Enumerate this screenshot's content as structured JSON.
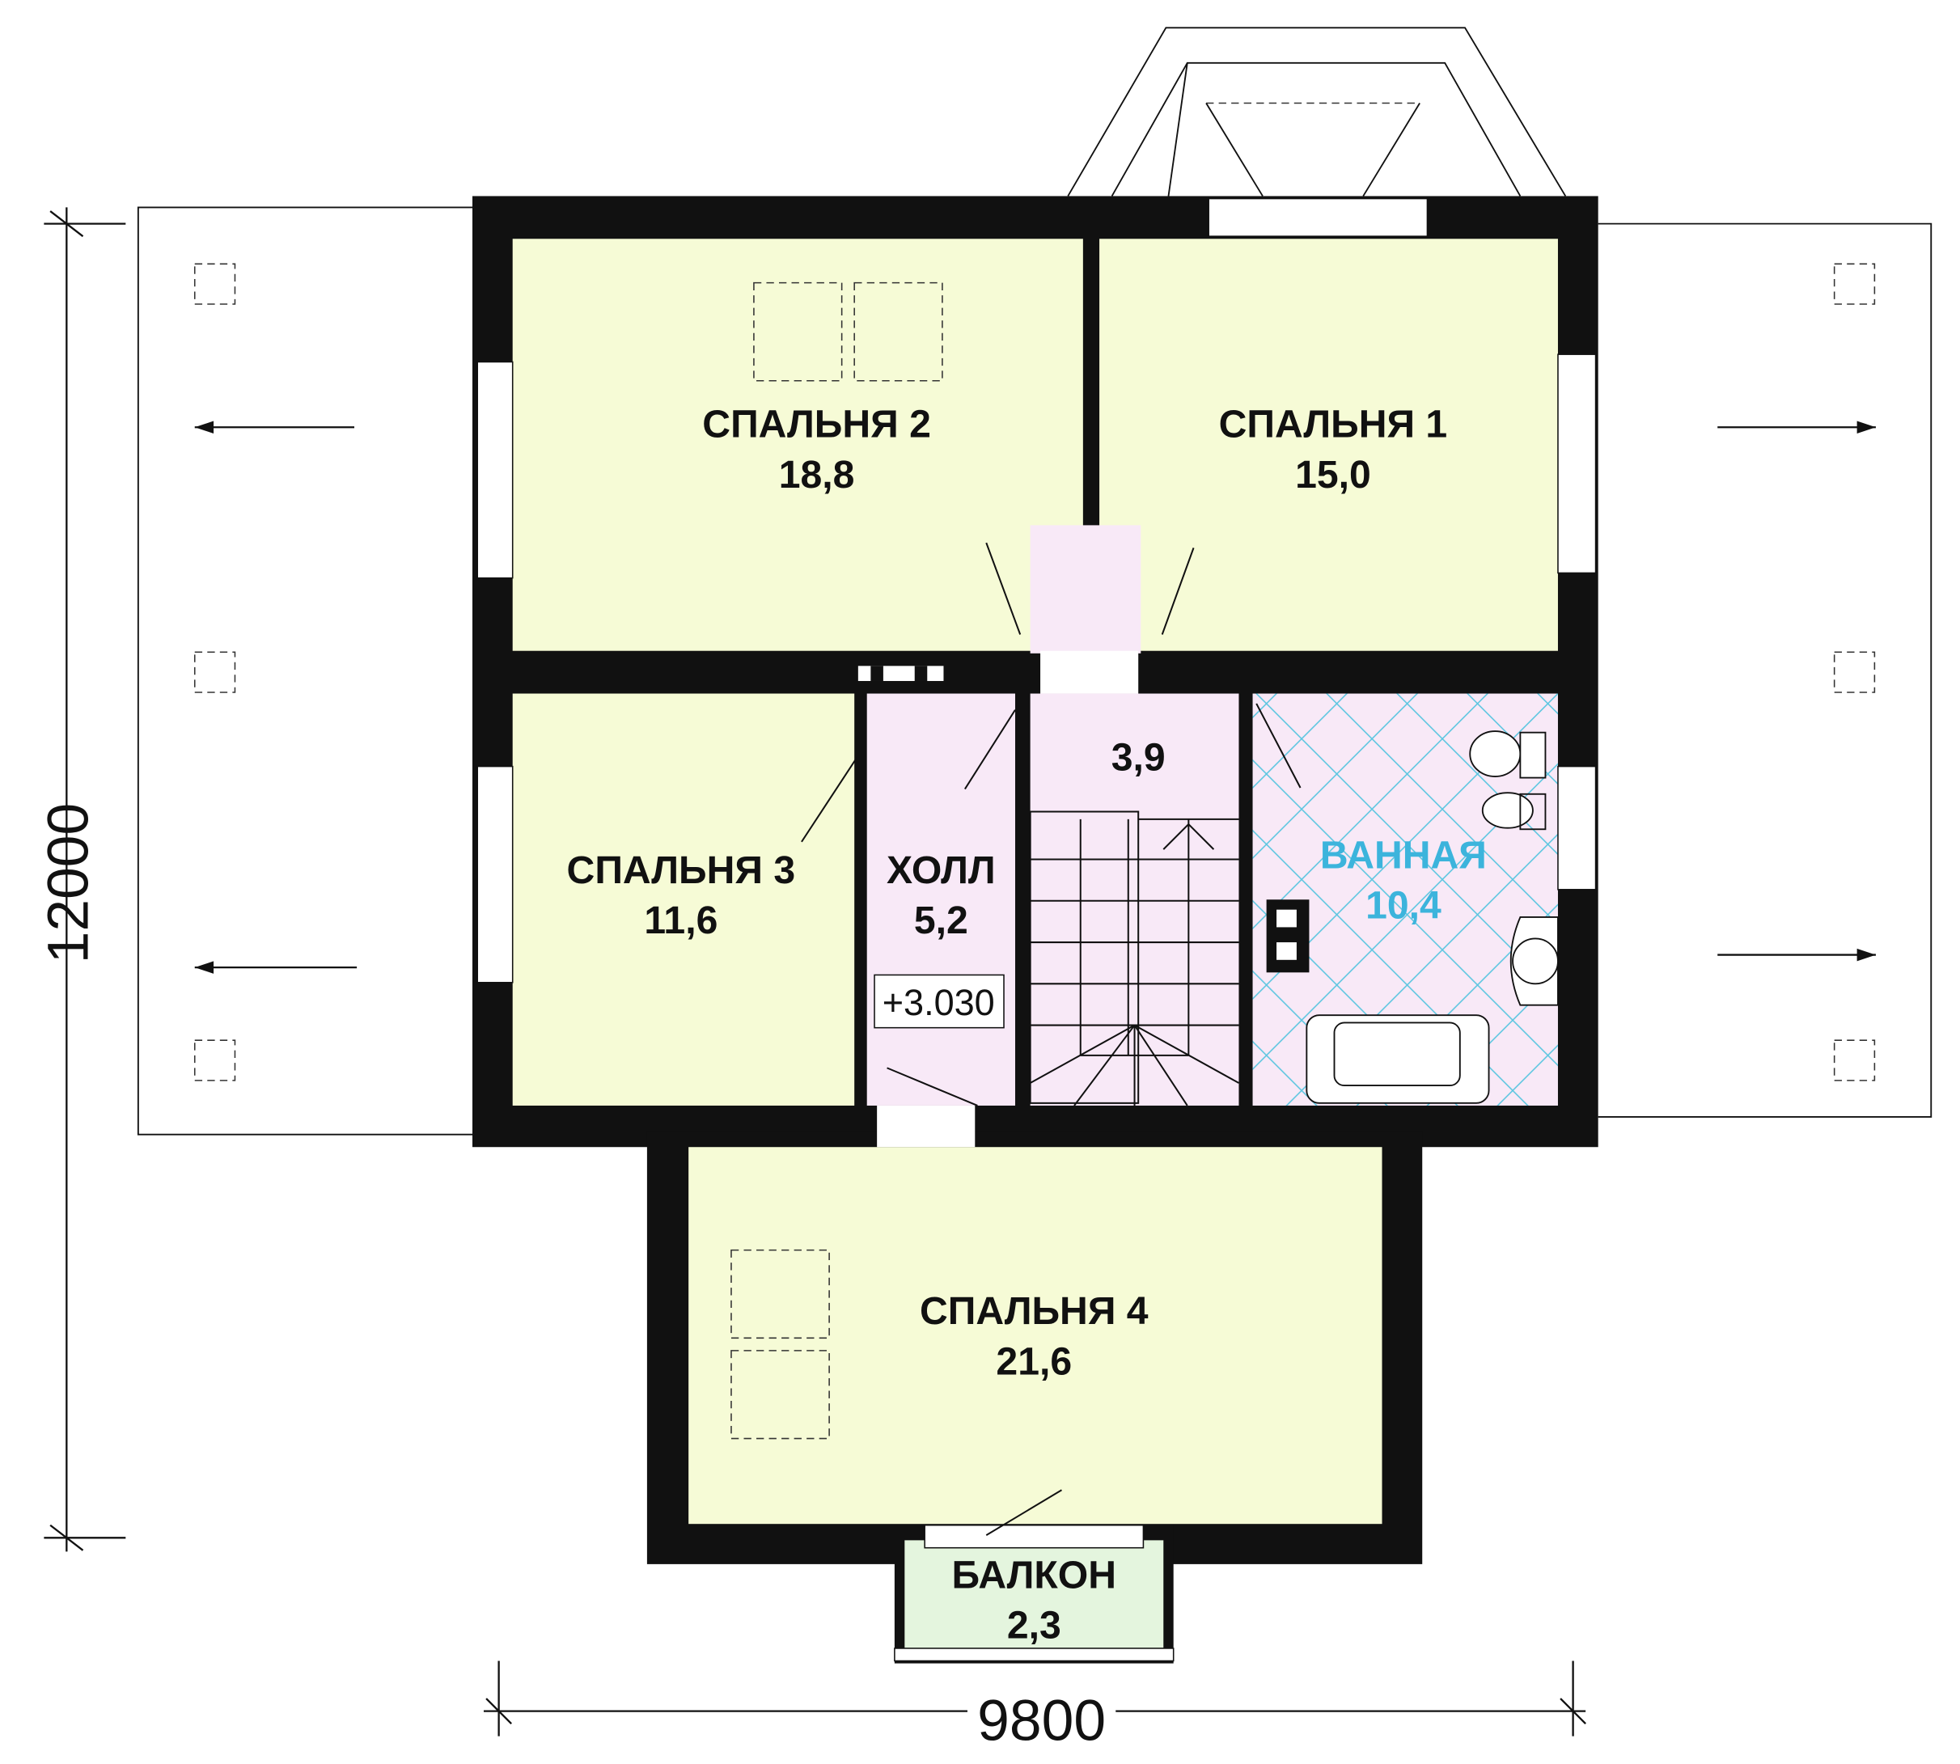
{
  "rooms": [
    {
      "name": "СПАЛЬНЯ 2",
      "area": "18,8"
    },
    {
      "name": "СПАЛЬНЯ 1",
      "area": "15,0"
    },
    {
      "name": "СПАЛЬНЯ 3",
      "area": "11,6"
    },
    {
      "name": "ХОЛЛ",
      "area": "5,2"
    },
    {
      "name": "",
      "area": "3,9"
    },
    {
      "name": "ВАННАЯ",
      "area": "10,4"
    },
    {
      "name": "СПАЛЬНЯ 4",
      "area": "21,6"
    },
    {
      "name": "БАЛКОН",
      "area": "2,3"
    }
  ],
  "level_mark": "+3.030",
  "dimensions": {
    "width": "9800",
    "height": "12000"
  },
  "colors": {
    "bedroom": "#f6fbd6",
    "hall": "#f8e9f7",
    "balcony": "#e4f5de",
    "bath_text": "#3cb4dc",
    "wall": "#111111"
  }
}
